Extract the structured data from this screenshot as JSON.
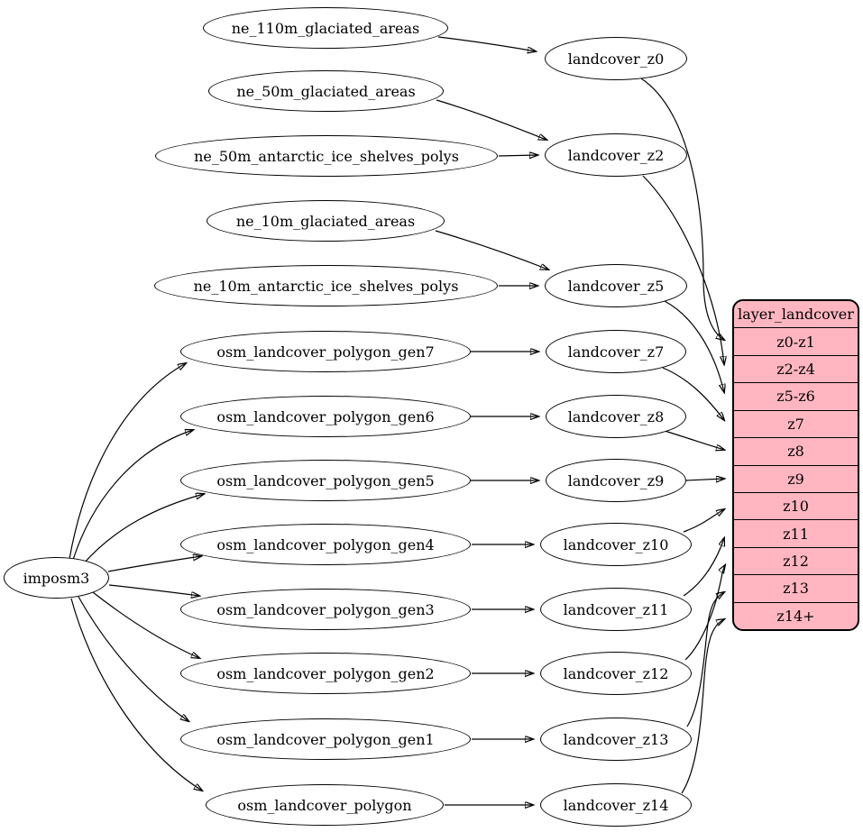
{
  "nodes": {
    "importer": "imposm3",
    "sources": [
      "ne_110m_glaciated_areas",
      "ne_50m_glaciated_areas",
      "ne_50m_antarctic_ice_shelves_polys",
      "ne_10m_glaciated_areas",
      "ne_10m_antarctic_ice_shelves_polys",
      "osm_landcover_polygon_gen7",
      "osm_landcover_polygon_gen6",
      "osm_landcover_polygon_gen5",
      "osm_landcover_polygon_gen4",
      "osm_landcover_polygon_gen3",
      "osm_landcover_polygon_gen2",
      "osm_landcover_polygon_gen1",
      "osm_landcover_polygon"
    ],
    "generalized": [
      "landcover_z0",
      "landcover_z2",
      "landcover_z5",
      "landcover_z7",
      "landcover_z8",
      "landcover_z9",
      "landcover_z10",
      "landcover_z11",
      "landcover_z12",
      "landcover_z13",
      "landcover_z14"
    ],
    "layer": {
      "title": "layer_landcover",
      "zoom_rows": [
        "z0-z1",
        "z2-z4",
        "z5-z6",
        "z7",
        "z8",
        "z9",
        "z10",
        "z11",
        "z12",
        "z13",
        "z14+"
      ]
    }
  },
  "colors": {
    "layer_fill": "#ffb6c1",
    "node_fill": "#ffffff",
    "stroke": "#000000"
  },
  "edges": [
    {
      "from": "imposm3",
      "to": "osm_landcover_polygon_gen7"
    },
    {
      "from": "imposm3",
      "to": "osm_landcover_polygon_gen6"
    },
    {
      "from": "imposm3",
      "to": "osm_landcover_polygon_gen5"
    },
    {
      "from": "imposm3",
      "to": "osm_landcover_polygon_gen4"
    },
    {
      "from": "imposm3",
      "to": "osm_landcover_polygon_gen3"
    },
    {
      "from": "imposm3",
      "to": "osm_landcover_polygon_gen2"
    },
    {
      "from": "imposm3",
      "to": "osm_landcover_polygon_gen1"
    },
    {
      "from": "imposm3",
      "to": "osm_landcover_polygon"
    },
    {
      "from": "ne_110m_glaciated_areas",
      "to": "landcover_z0"
    },
    {
      "from": "ne_50m_glaciated_areas",
      "to": "landcover_z2"
    },
    {
      "from": "ne_50m_antarctic_ice_shelves_polys",
      "to": "landcover_z2"
    },
    {
      "from": "ne_10m_glaciated_areas",
      "to": "landcover_z5"
    },
    {
      "from": "ne_10m_antarctic_ice_shelves_polys",
      "to": "landcover_z5"
    },
    {
      "from": "osm_landcover_polygon_gen7",
      "to": "landcover_z7"
    },
    {
      "from": "osm_landcover_polygon_gen6",
      "to": "landcover_z8"
    },
    {
      "from": "osm_landcover_polygon_gen5",
      "to": "landcover_z9"
    },
    {
      "from": "osm_landcover_polygon_gen4",
      "to": "landcover_z10"
    },
    {
      "from": "osm_landcover_polygon_gen3",
      "to": "landcover_z11"
    },
    {
      "from": "osm_landcover_polygon_gen2",
      "to": "landcover_z12"
    },
    {
      "from": "osm_landcover_polygon_gen1",
      "to": "landcover_z13"
    },
    {
      "from": "osm_landcover_polygon",
      "to": "landcover_z14"
    },
    {
      "from": "landcover_z0",
      "to": "layer_landcover:z0-z1"
    },
    {
      "from": "landcover_z2",
      "to": "layer_landcover:z2-z4"
    },
    {
      "from": "landcover_z5",
      "to": "layer_landcover:z5-z6"
    },
    {
      "from": "landcover_z7",
      "to": "layer_landcover:z7"
    },
    {
      "from": "landcover_z8",
      "to": "layer_landcover:z8"
    },
    {
      "from": "landcover_z9",
      "to": "layer_landcover:z9"
    },
    {
      "from": "landcover_z10",
      "to": "layer_landcover:z10"
    },
    {
      "from": "landcover_z11",
      "to": "layer_landcover:z11"
    },
    {
      "from": "landcover_z12",
      "to": "layer_landcover:z12"
    },
    {
      "from": "landcover_z13",
      "to": "layer_landcover:z13"
    },
    {
      "from": "landcover_z14",
      "to": "layer_landcover:z14+"
    }
  ]
}
